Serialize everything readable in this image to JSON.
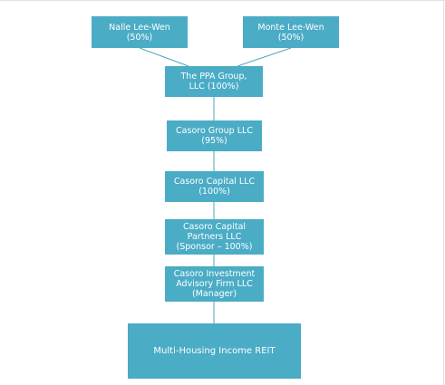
{
  "org_chart": {
    "owners": [
      {
        "name": "Nalle Lee-Wen",
        "share": "(50%)"
      },
      {
        "name": "Monte Lee-Wen",
        "share": "(50%)"
      }
    ],
    "chain": [
      {
        "name": "The PPA Group,",
        "detail": "LLC (100%)"
      },
      {
        "name": "Casoro Group LLC",
        "detail": "(95%)"
      },
      {
        "name": "Casoro Capital LLC",
        "detail": "(100%)"
      },
      {
        "name": "Casoro Capital\nPartners LLC",
        "detail": "(Sponsor – 100%)"
      },
      {
        "name": "Casoro Investment\nAdvisory Firm LLC",
        "detail": "(Manager)"
      }
    ],
    "reit": {
      "name": "Multi-Housing Income REIT"
    }
  },
  "colors": {
    "box_fill": "#4bacc6",
    "box_text": "#ffffff",
    "connector": "#4aa9c2"
  }
}
